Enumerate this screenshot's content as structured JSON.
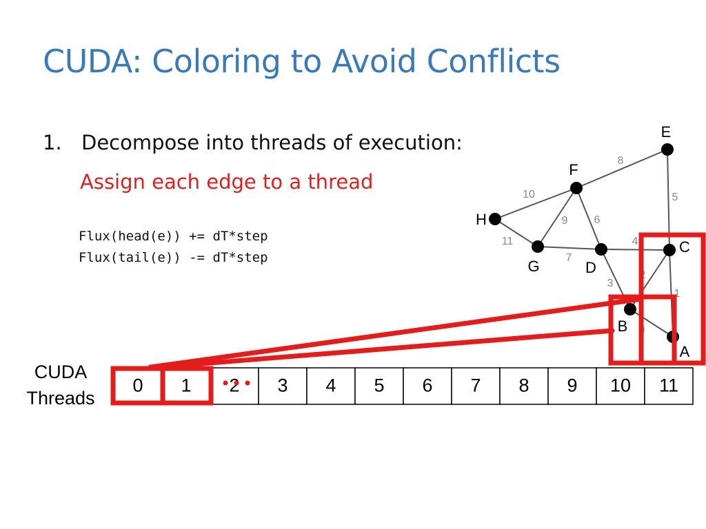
{
  "title": "CUDA: Coloring to Avoid Conflicts",
  "bullet": {
    "number": "1.",
    "text": "Decompose into threads of execution:"
  },
  "subtitle": "Assign each edge to a thread",
  "code_lines": [
    "Flux(head(e)) += dT*step",
    "Flux(tail(e)) -= dT*step"
  ],
  "threads_label": [
    "CUDA",
    "Threads"
  ],
  "threads": [
    "0",
    "1",
    "2",
    "3",
    "4",
    "5",
    "6",
    "7",
    "8",
    "9",
    "10",
    "11"
  ],
  "highlighted_threads": [
    "0",
    "1"
  ],
  "graph": {
    "nodes": [
      "A",
      "B",
      "C",
      "D",
      "E",
      "F",
      "G",
      "H"
    ],
    "edges": [
      {
        "id": "1",
        "from": "C",
        "to": "A"
      },
      {
        "id": "2",
        "from": "C",
        "to": "B"
      },
      {
        "id": "3",
        "from": "D",
        "to": "B"
      },
      {
        "id": "4",
        "from": "D",
        "to": "C"
      },
      {
        "id": "5",
        "from": "E",
        "to": "C"
      },
      {
        "id": "6",
        "from": "F",
        "to": "D"
      },
      {
        "id": "7",
        "from": "G",
        "to": "D"
      },
      {
        "id": "8",
        "from": "F",
        "to": "E"
      },
      {
        "id": "9",
        "from": "G",
        "to": "F"
      },
      {
        "id": "10",
        "from": "H",
        "to": "F"
      },
      {
        "id": "11",
        "from": "H",
        "to": "G"
      },
      {
        "id": "0",
        "from": "B",
        "to": "A"
      }
    ]
  },
  "colors": {
    "title": "#3a7ab8",
    "highlight": "#e51c1c",
    "edge": "#555555",
    "edge_label": "#888888",
    "node": "#000000"
  }
}
